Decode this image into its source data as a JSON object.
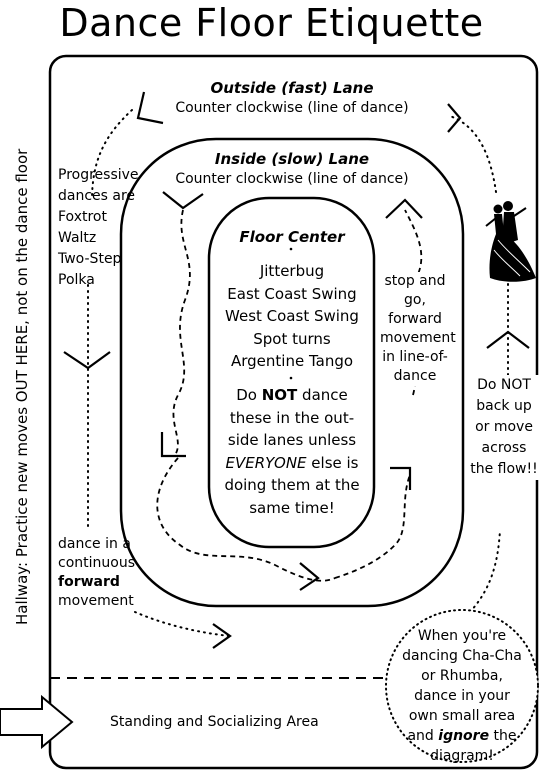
{
  "title": "Dance Floor Etiquette",
  "hallway_note": "Hallway: Practice new moves OUT HERE, not on the dance floor",
  "outside_lane": {
    "title": "Outside (fast) Lane",
    "subtitle": "Counter clockwise (line of dance)"
  },
  "inside_lane": {
    "title": "Inside (slow) Lane",
    "subtitle": "Counter clockwise (line of dance)"
  },
  "floor_center": {
    "title": "Floor Center",
    "dances": [
      "Jitterbug",
      "East Coast Swing",
      "West Coast Swing",
      "Spot turns",
      "Argentine Tango"
    ],
    "warning_pre": "Do ",
    "warning_bold": "NOT",
    "warning_mid1": " dance these in the out-side lanes unless ",
    "warning_italic": "EVERYONE",
    "warning_post": " else is doing them at the same time!"
  },
  "progressive": {
    "intro": "Progressive dances are",
    "dances": [
      "Foxtrot",
      "Waltz",
      "Two-Step",
      "Polka"
    ]
  },
  "continuous": {
    "pre": "dance in a continuous",
    "bold": "forward",
    "post": "movement"
  },
  "stop_and_go": "stop and go, forward movement in line-of-dance",
  "do_not_backup": "Do NOT back up or move across the flow!!",
  "cha_cha": {
    "pre": "When you're dancing Cha-Cha or Rhumba, dance in your own small area and ",
    "bold": "ignore",
    "post": " the diagram!"
  },
  "standing_area": "Standing and Socializing Area",
  "icons": [
    "dancing-couple-icon",
    "entrance-arrow-icon"
  ]
}
